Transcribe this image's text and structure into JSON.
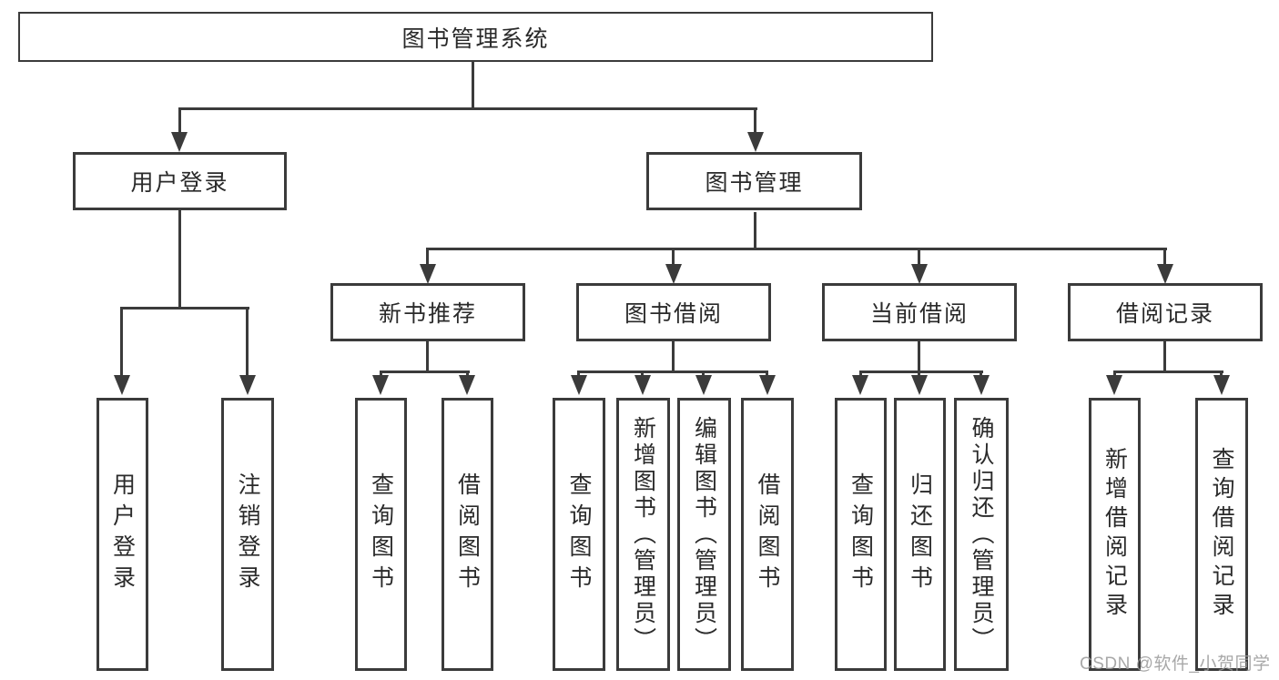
{
  "title": "图书管理系统",
  "level2": {
    "user_login": {
      "label": "用户登录",
      "leaves": [
        "用户登录",
        "注销登录"
      ]
    },
    "book_management": {
      "label": "图书管理",
      "sections": [
        {
          "label": "新书推荐",
          "leaves": [
            "查询图书",
            "借阅图书"
          ]
        },
        {
          "label": "图书借阅",
          "leaves": [
            "查询图书",
            "新增图书（管理员）",
            "编辑图书（管理员）",
            "借阅图书"
          ]
        },
        {
          "label": "当前借阅",
          "leaves": [
            "查询图书",
            "归还图书",
            "确认归还（管理员）"
          ]
        },
        {
          "label": "借阅记录",
          "leaves": [
            "新增借阅记录",
            "查询借阅记录"
          ]
        }
      ]
    }
  },
  "watermark": "CSDN @软件_小贺同学",
  "colors": {
    "line": "#3b3b3b",
    "text": "#2a2a2a",
    "bg": "#ffffff",
    "watermark": "#999999"
  }
}
